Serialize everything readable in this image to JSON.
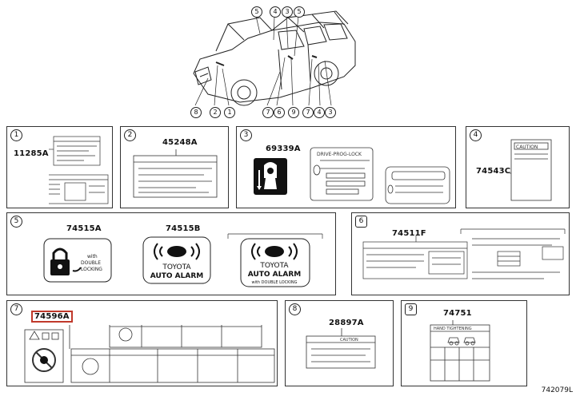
{
  "overview_callouts_top": [
    "5",
    "4",
    "3",
    "5"
  ],
  "overview_callouts_bottom": [
    "8",
    "2",
    "1",
    "7",
    "6",
    "9",
    "7",
    "4",
    "3"
  ],
  "panels": [
    {
      "num": "1",
      "part": "11285A"
    },
    {
      "num": "2",
      "part": "45248A"
    },
    {
      "num": "3",
      "part": "69339A",
      "label_text": "DRIVE-PROG-LOCK"
    },
    {
      "num": "4",
      "part": "74543C",
      "label_text": "CAUTION"
    },
    {
      "num": "5",
      "part_a": "74515A",
      "part_b": "74515B",
      "lock_text": [
        "with",
        "DOUBLE",
        "LOCKING"
      ],
      "alarm_text": [
        "TOYOTA",
        "AUTO ALARM"
      ],
      "alarm_sub": "with DOUBLE LOCKING"
    },
    {
      "num": "6",
      "part": "74511F"
    },
    {
      "num": "7",
      "part": "74596A"
    },
    {
      "num": "8",
      "part": "28897A",
      "label_text": "CAUTION"
    },
    {
      "num": "9",
      "part": "74751",
      "label_text": "HAND TIGHTENING"
    }
  ],
  "drawing_code": "742079L"
}
